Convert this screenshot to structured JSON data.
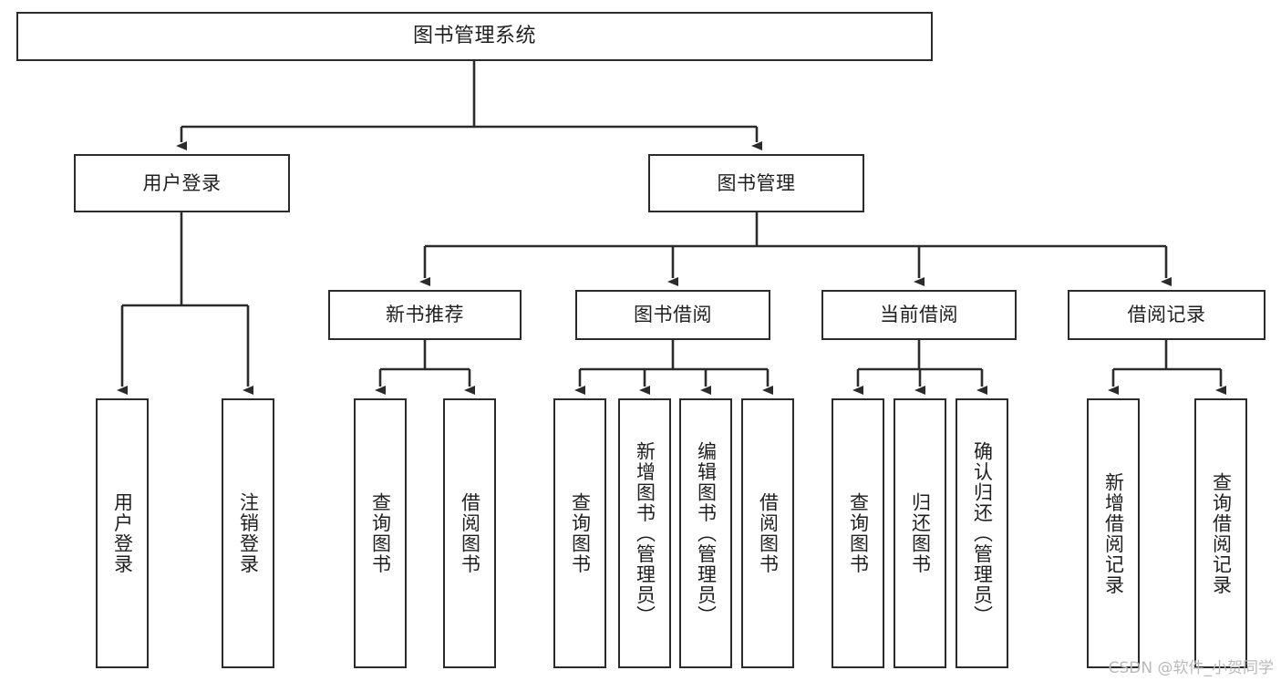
{
  "diagram": {
    "type": "tree-hierarchy",
    "title": "图书管理系统",
    "watermark": "CSDN @软件_小贺同学",
    "colors": {
      "stroke": "#2b2b2b",
      "fill": "#ffffff",
      "text": "#1f1f1f",
      "watermark": "#b9b9b9"
    },
    "nodes": {
      "root": {
        "label": "图书管理系统",
        "level": 1,
        "orientation": "horizontal"
      },
      "level2": [
        {
          "id": "user-login",
          "label": "用户登录",
          "orientation": "horizontal"
        },
        {
          "id": "book-manage",
          "label": "图书管理",
          "orientation": "horizontal"
        }
      ],
      "level3": [
        {
          "id": "new-book-recommend",
          "label": "新书推荐",
          "orientation": "horizontal",
          "parent": "book-manage"
        },
        {
          "id": "book-borrow",
          "label": "图书借阅",
          "orientation": "horizontal",
          "parent": "book-manage"
        },
        {
          "id": "current-borrow",
          "label": "当前借阅",
          "orientation": "horizontal",
          "parent": "book-manage"
        },
        {
          "id": "borrow-record",
          "label": "借阅记录",
          "orientation": "horizontal",
          "parent": "book-manage"
        }
      ],
      "leaves": [
        {
          "id": "leaf-user-login",
          "label": "用户登录",
          "parent": "user-login",
          "orientation": "vertical"
        },
        {
          "id": "leaf-logout",
          "label": "注销登录",
          "parent": "user-login",
          "orientation": "vertical"
        },
        {
          "id": "leaf-query-book-1",
          "label": "查询图书",
          "parent": "new-book-recommend",
          "orientation": "vertical"
        },
        {
          "id": "leaf-borrow-book-1",
          "label": "借阅图书",
          "parent": "new-book-recommend",
          "orientation": "vertical"
        },
        {
          "id": "leaf-query-book-2",
          "label": "查询图书",
          "parent": "book-borrow",
          "orientation": "vertical"
        },
        {
          "id": "leaf-add-book",
          "label": "新增图书（管理员）",
          "parent": "book-borrow",
          "orientation": "vertical"
        },
        {
          "id": "leaf-edit-book",
          "label": "编辑图书（管理员）",
          "parent": "book-borrow",
          "orientation": "vertical"
        },
        {
          "id": "leaf-borrow-book-2",
          "label": "借阅图书",
          "parent": "book-borrow",
          "orientation": "vertical"
        },
        {
          "id": "leaf-query-book-3",
          "label": "查询图书",
          "parent": "current-borrow",
          "orientation": "vertical"
        },
        {
          "id": "leaf-return-book",
          "label": "归还图书",
          "parent": "current-borrow",
          "orientation": "vertical"
        },
        {
          "id": "leaf-confirm-return",
          "label": "确认归还（管理员）",
          "parent": "current-borrow",
          "orientation": "vertical"
        },
        {
          "id": "leaf-add-record",
          "label": "新增借阅记录",
          "parent": "borrow-record",
          "orientation": "vertical"
        },
        {
          "id": "leaf-query-record",
          "label": "查询借阅记录",
          "parent": "borrow-record",
          "orientation": "vertical"
        }
      ]
    }
  }
}
